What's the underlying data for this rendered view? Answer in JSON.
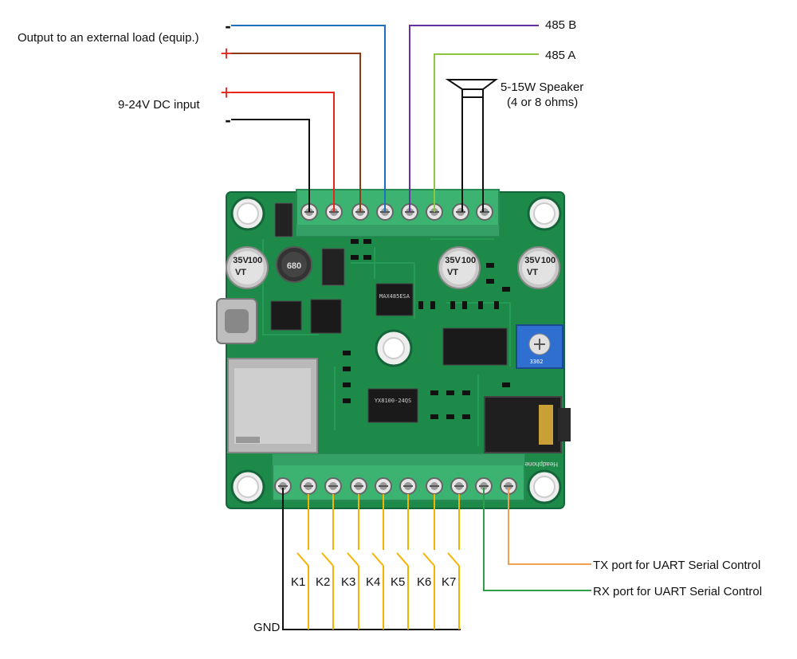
{
  "labels": {
    "output_load": "Output to an external load (equip.)",
    "dc_input": "9-24V DC input",
    "rs485_b": "485 B",
    "rs485_a": "485 A",
    "speaker_line1": "5-15W Speaker",
    "speaker_line2": "(4 or 8 ohms)",
    "tx_port": "TX port for UART Serial Control",
    "rx_port": "RX port for UART Serial Control",
    "gnd": "GND",
    "headphone": "Headphone"
  },
  "polarity": {
    "out_minus": "-",
    "out_plus": "+",
    "dc_plus": "+",
    "dc_minus": "-"
  },
  "keys": [
    "K1",
    "K2",
    "K3",
    "K4",
    "K5",
    "K6",
    "K7"
  ],
  "board_marks": {
    "cap_left": [
      "100",
      "35V",
      "VT"
    ],
    "cap_mid": [
      "100",
      "35V",
      "VT"
    ],
    "cap_right": [
      "100",
      "35V",
      "VT"
    ],
    "inductor": "680",
    "chip_rs485": "MAX485ESA",
    "chip_audio": "YX8100-24QS",
    "pot": "3362"
  },
  "wire_colors": {
    "out_minus": "#1f6fbf",
    "out_plus": "#8b3a1a",
    "dc_plus": "#e8261f",
    "dc_minus": "#111111",
    "rs485_b": "#6a2fa0",
    "rs485_a": "#8cc63f",
    "speaker": "#111111",
    "keys": "#f5b400",
    "tx": "#f0a050",
    "rx": "#2e9e4a",
    "pcb": "#1e8a4a",
    "terminal": "#3cb371"
  }
}
